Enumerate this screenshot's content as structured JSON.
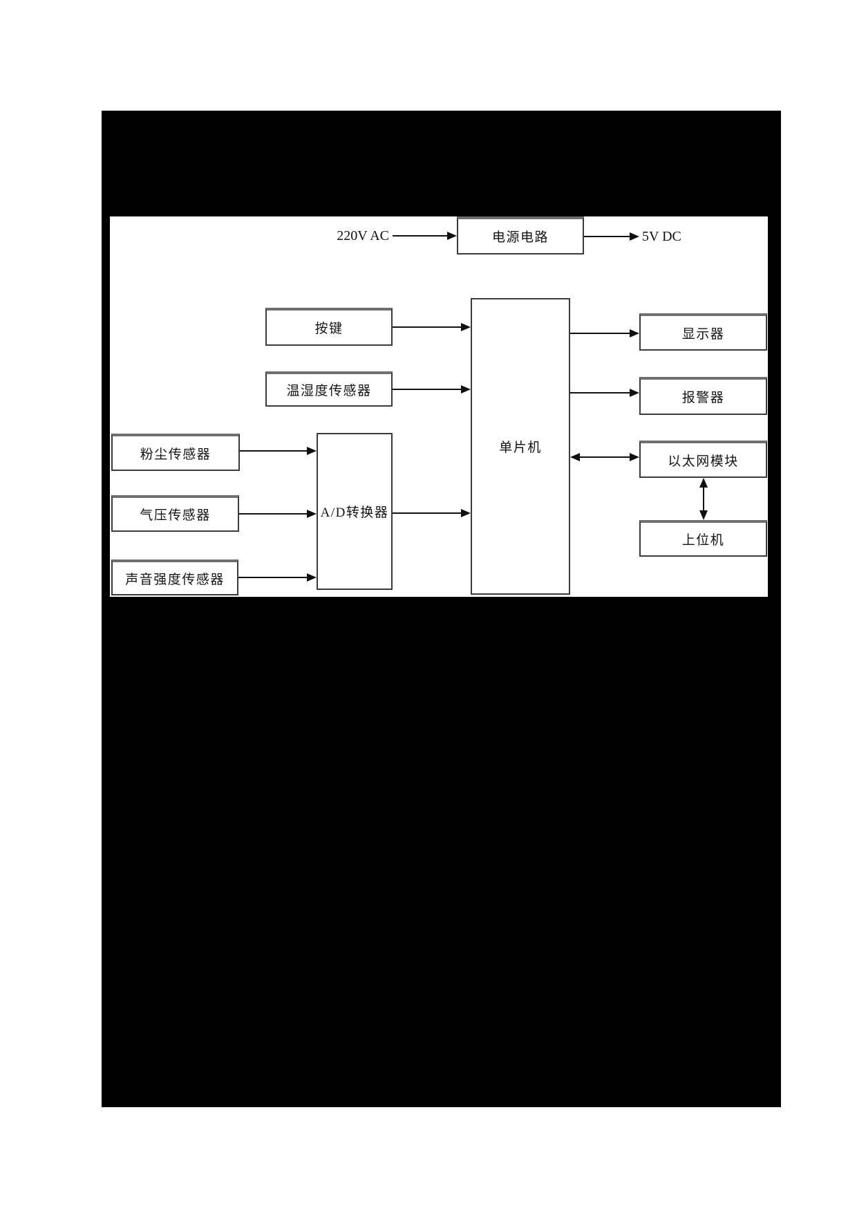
{
  "page": {
    "background": "#ffffff",
    "panel_background": "#000000",
    "figure_background": "#ffffff",
    "line_color": "#101010",
    "box_border_color": "#3a3a3a"
  },
  "figure": {
    "labels": {
      "ac_input": "220V AC",
      "dc_output": "5V DC"
    },
    "nodes": [
      {
        "id": "power-circuit",
        "label": "电源电路"
      },
      {
        "id": "keypad",
        "label": "按键"
      },
      {
        "id": "temp-humidity-sensor",
        "label": "温湿度传感器"
      },
      {
        "id": "mcu",
        "label": "单片机"
      },
      {
        "id": "display",
        "label": "显示器"
      },
      {
        "id": "alarm",
        "label": "报警器"
      },
      {
        "id": "ethernet-module",
        "label": "以太网模块"
      },
      {
        "id": "host-computer",
        "label": "上位机"
      },
      {
        "id": "dust-sensor",
        "label": "粉尘传感器"
      },
      {
        "id": "pressure-sensor",
        "label": "气压传感器"
      },
      {
        "id": "sound-intensity-sensor",
        "label": "声音强度传感器"
      },
      {
        "id": "ad-converter",
        "label": "A/D转换器"
      }
    ],
    "edges": [
      {
        "from": "220V AC",
        "to": "电源电路",
        "type": "arrow"
      },
      {
        "from": "电源电路",
        "to": "5V DC",
        "type": "arrow"
      },
      {
        "from": "按键",
        "to": "单片机",
        "type": "arrow"
      },
      {
        "from": "温湿度传感器",
        "to": "单片机",
        "type": "arrow"
      },
      {
        "from": "粉尘传感器",
        "to": "A/D转换器",
        "type": "arrow"
      },
      {
        "from": "气压传感器",
        "to": "A/D转换器",
        "type": "arrow"
      },
      {
        "from": "声音强度传感器",
        "to": "A/D转换器",
        "type": "arrow"
      },
      {
        "from": "A/D转换器",
        "to": "单片机",
        "type": "arrow"
      },
      {
        "from": "单片机",
        "to": "显示器",
        "type": "arrow"
      },
      {
        "from": "单片机",
        "to": "报警器",
        "type": "arrow"
      },
      {
        "from": "单片机",
        "to": "以太网模块",
        "type": "double-arrow"
      },
      {
        "from": "以太网模块",
        "to": "上位机",
        "type": "double-arrow"
      }
    ]
  }
}
